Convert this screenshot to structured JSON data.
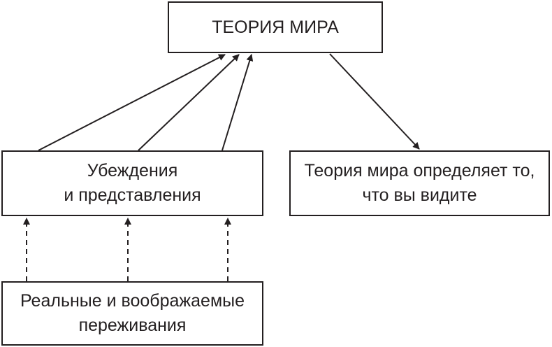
{
  "theory_box": {
    "title": "ТЕОРИЯ МИРА"
  },
  "beliefs_box": {
    "line1": "Убеждения",
    "line2": "и представления"
  },
  "defines_box": {
    "line1": "Теория мира определяет то,",
    "line2": "что вы видите"
  },
  "experiences_box": {
    "line1": "Реальные и воображаемые",
    "line2": "переживания"
  },
  "colors": {
    "ink": "#231f20",
    "background": "#ffffff"
  },
  "edges": [
    {
      "from": "beliefs_box",
      "to": "theory_box",
      "style": "solid",
      "count": 3
    },
    {
      "from": "theory_box",
      "to": "defines_box",
      "style": "solid",
      "count": 1
    },
    {
      "from": "experiences_box",
      "to": "beliefs_box",
      "style": "dashed",
      "count": 3
    }
  ]
}
